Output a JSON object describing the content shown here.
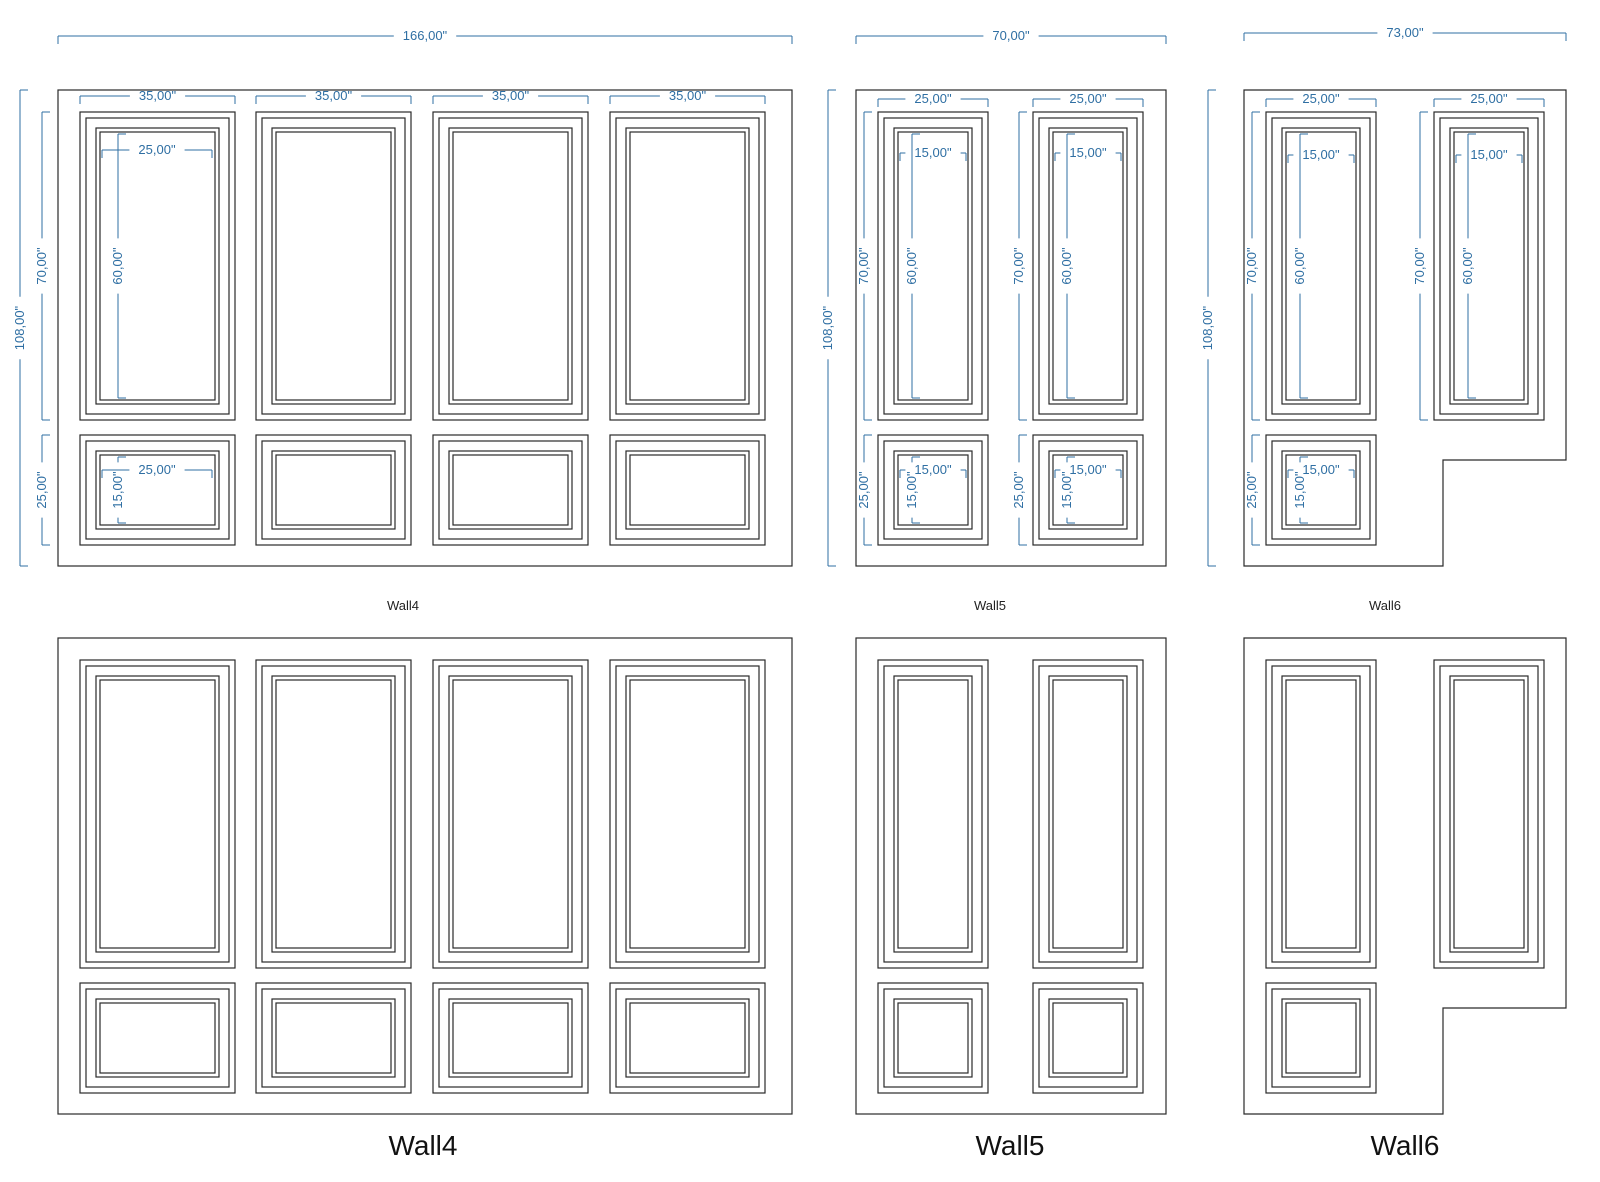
{
  "walls": {
    "wall4": {
      "caption_small": "Wall4",
      "caption_large": "Wall4",
      "overall_width": "166,00\"",
      "overall_height": "108,00\"",
      "section_widths": [
        "35,00\"",
        "35,00\"",
        "35,00\"",
        "35,00\""
      ],
      "upper_height": "70,00\"",
      "upper_inner_width": "25,00\"",
      "upper_inner_height": "60,00\"",
      "lower_height": "25,00\"",
      "lower_inner_width": "25,00\"",
      "lower_inner_height": "15,00\""
    },
    "wall5": {
      "caption_small": "Wall5",
      "caption_large": "Wall5",
      "overall_width": "70,00\"",
      "overall_height": "108,00\"",
      "section_widths": [
        "25,00\"",
        "25,00\""
      ],
      "upper_heights": [
        "70,00\"",
        "70,00\""
      ],
      "upper_inner_widths": [
        "15,00\"",
        "15,00\""
      ],
      "upper_inner_heights": [
        "60,00\"",
        "60,00\""
      ],
      "lower_heights": [
        "25,00\"",
        "25,00\""
      ],
      "lower_inner_widths": [
        "15,00\"",
        "15,00\""
      ],
      "lower_inner_heights": [
        "15,00\"",
        "15,00\""
      ]
    },
    "wall6": {
      "caption_small": "Wall6",
      "caption_large": "Wall6",
      "overall_width": "73,00\"",
      "overall_height": "108,00\"",
      "section_widths": [
        "25,00\"",
        "25,00\""
      ],
      "upper_heights": [
        "70,00\"",
        "70,00\""
      ],
      "upper_inner_widths": [
        "15,00\"",
        "15,00\""
      ],
      "upper_inner_heights": [
        "60,00\"",
        "60,00\""
      ],
      "lower_height": "25,00\"",
      "lower_inner_width": "15,00\"",
      "lower_inner_height": "15,00\""
    }
  },
  "colors": {
    "dimension": "#2f6fa3",
    "linework": "#2a2a2a"
  }
}
